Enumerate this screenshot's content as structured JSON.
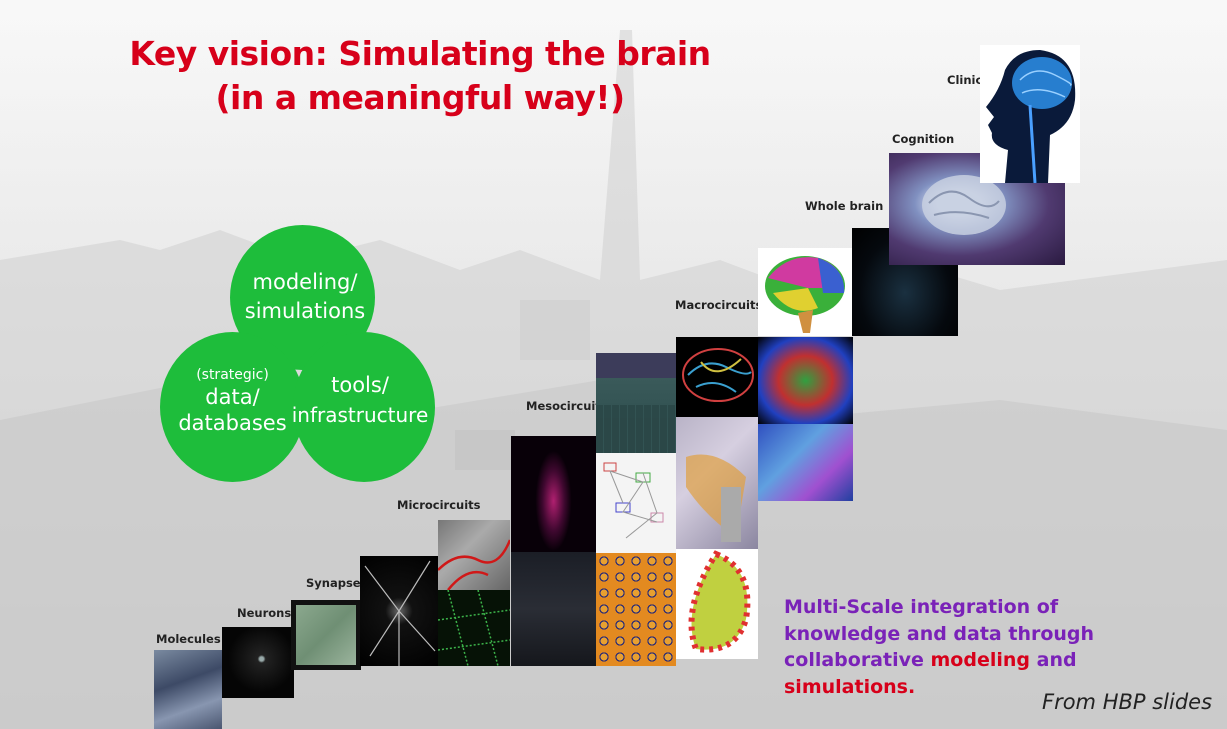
{
  "title": {
    "line1": "Key vision: Simulating the brain",
    "line2": "(in a meaningful way!)"
  },
  "venn": {
    "top": {
      "line1": "modeling/",
      "line2": "simulations"
    },
    "left": {
      "small": "(strategic)",
      "line1": "data/",
      "line2": "databases"
    },
    "right": {
      "line1": "tools/",
      "line2": "infrastructure"
    },
    "color": "#1ebd3b"
  },
  "scales": [
    {
      "key": "molecules",
      "label": "Molecules"
    },
    {
      "key": "neurons",
      "label": "Neurons"
    },
    {
      "key": "synapses",
      "label": "Synapses"
    },
    {
      "key": "microcircuits",
      "label": "Microcircuits"
    },
    {
      "key": "mesocircuits",
      "label": "Mesocircuits"
    },
    {
      "key": "macrocircuits",
      "label": "Macrocircuits"
    },
    {
      "key": "whole_brain",
      "label": "Whole brain"
    },
    {
      "key": "cognition",
      "label": "Cognition"
    },
    {
      "key": "clinical",
      "label": "Clinical"
    }
  ],
  "multiscale": {
    "part1": "Multi-Scale integration of knowledge and data through collaborative",
    "part2": "modeling",
    "part3": "and",
    "part4": "simulations."
  },
  "credit": "From HBP slides",
  "colors": {
    "title": "#d7001a",
    "purple": "#7a22b8",
    "red": "#d7001a"
  }
}
